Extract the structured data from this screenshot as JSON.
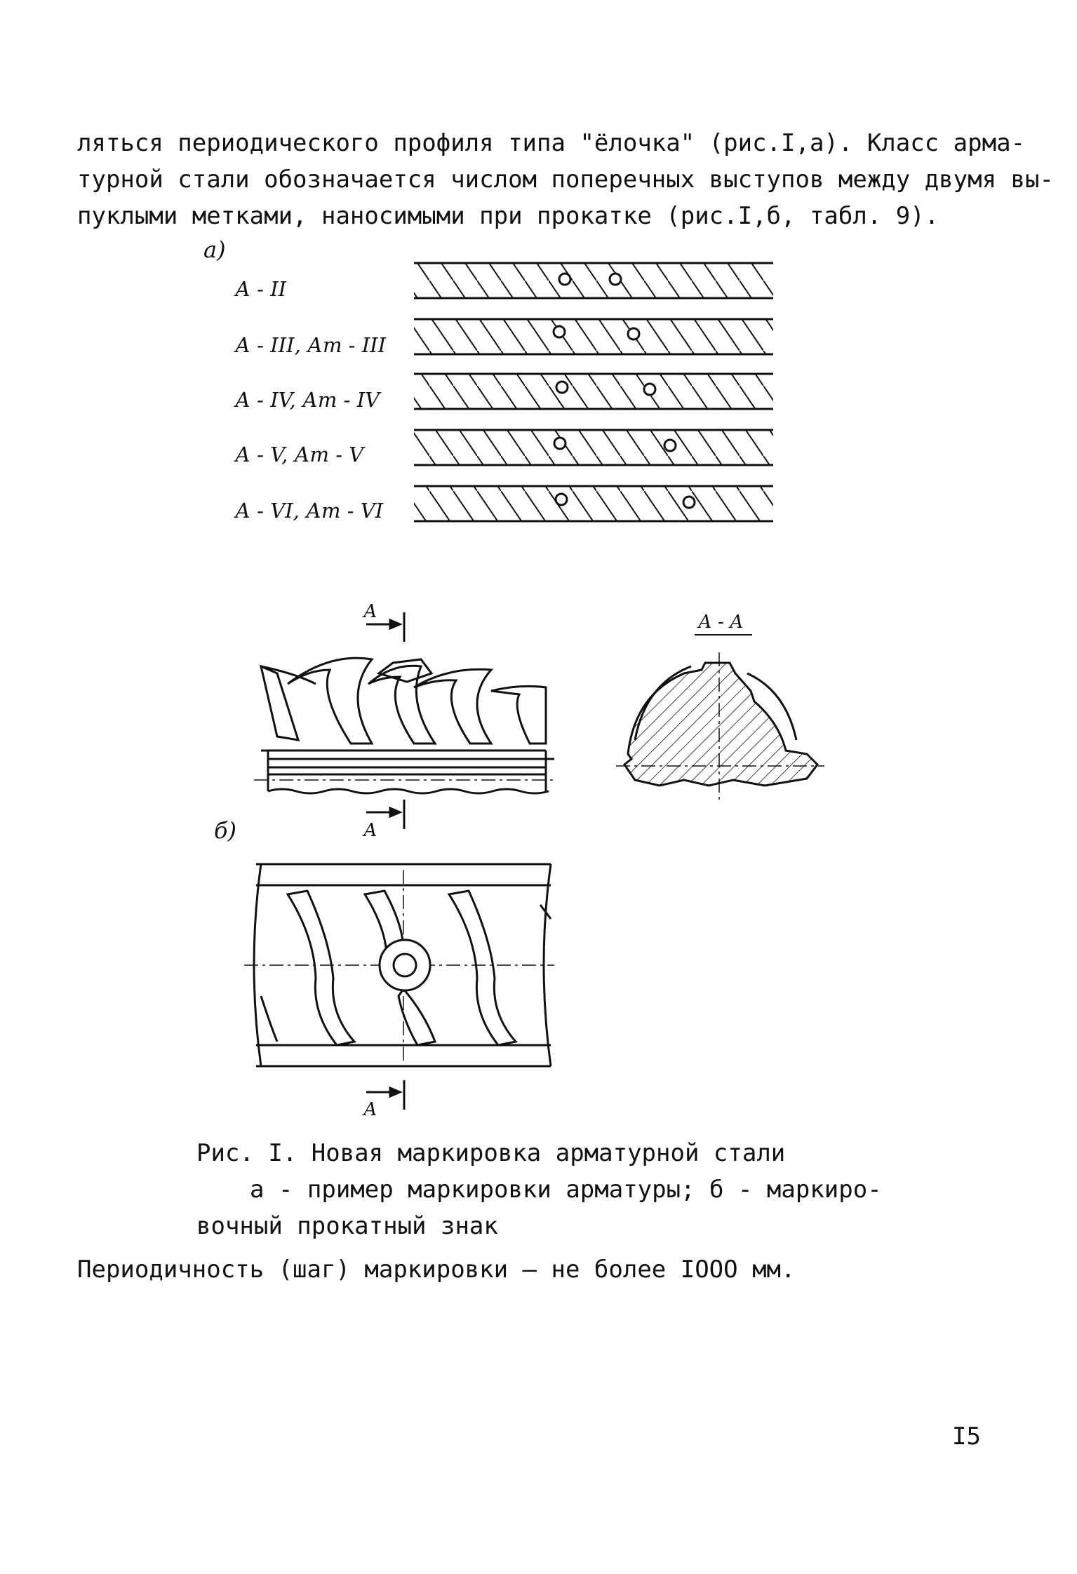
{
  "intro_lines": [
    "ляться периодического профиля типа \"ёлочка\" (рис.I,а). Класс    арма-",
    "турной стали обозначается числом поперечных выступов между двумя вы-",
    "пуклыми метками, наносимыми при прокатке (рис.I,б, табл. 9)."
  ],
  "figure": {
    "part_a_label": "а)",
    "part_b_label": "б)",
    "bar_classes": [
      "А - II",
      "А - III,  Ат - III",
      "А - IV,  Ат - IV",
      "А - V,  Ат - V",
      "А - VI,  Ат - VI"
    ],
    "section_mark": "А",
    "section_title": "А - А"
  },
  "caption": {
    "line1": "Рис. I. Новая маркировка арматурной стали",
    "line2": "а - пример маркировки арматуры; б - маркиро-",
    "line3": "вочный прокатный знак"
  },
  "footer_text": "Периодичность (шаг) маркировки – не более IOOO мм.",
  "page_number": "I5"
}
